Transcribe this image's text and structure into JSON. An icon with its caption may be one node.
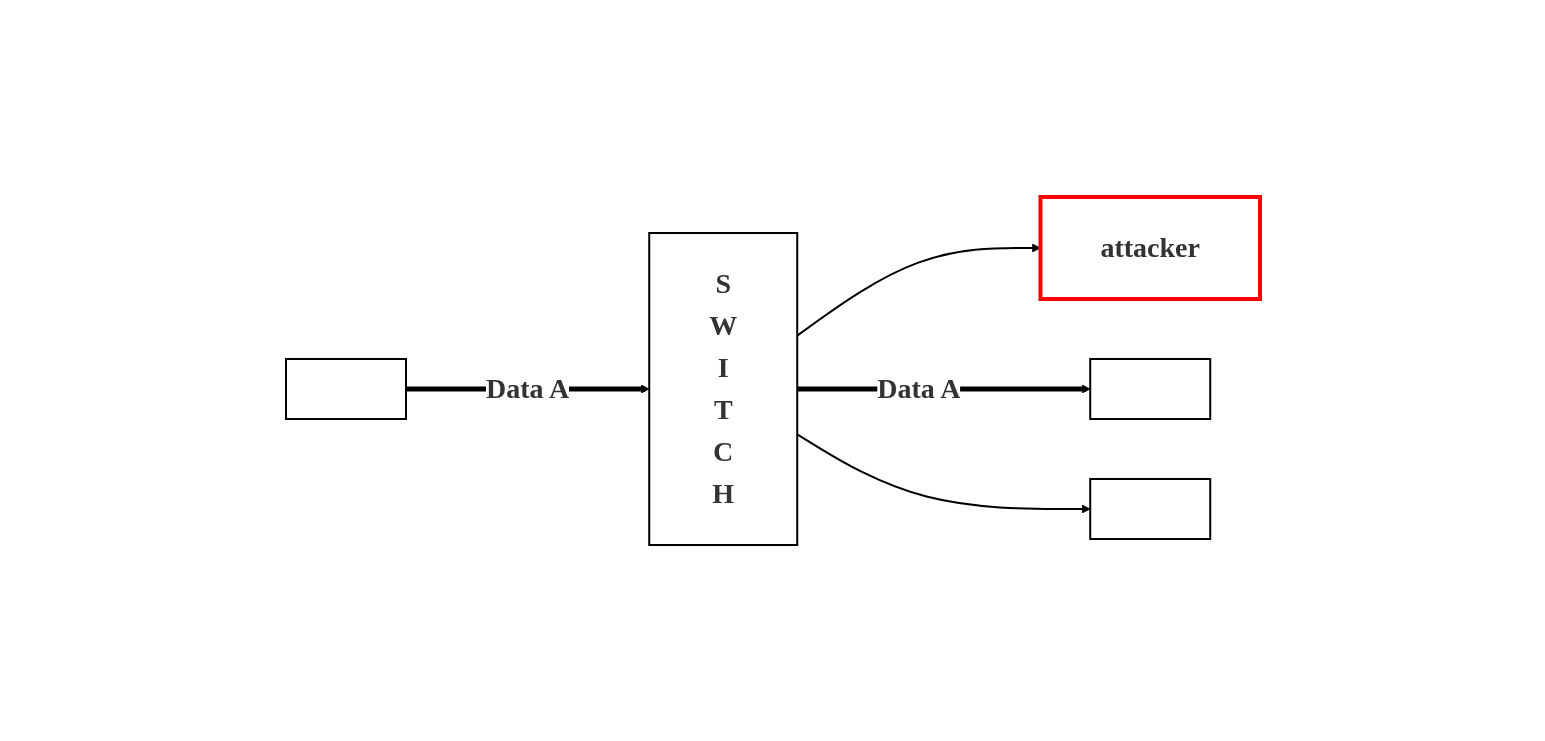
{
  "diagram": {
    "nodes": [
      {
        "text": [],
        "shape": "box"
      },
      {
        "text": [
          "S W I T C H"
        ]
      },
      {
        "text": [
          "attacker"
        ]
      },
      {
        "text": [],
        "shape": "box"
      },
      {
        "text": [],
        "shape": "box"
      }
    ],
    "edges": [
      {
        "from": 0,
        "to": 1,
        "arrow": "to",
        "label": "Data A",
        "style": "thick"
      },
      {
        "from": 1,
        "to": 2,
        "arrow": "to"
      },
      {
        "from": 1,
        "to": 3,
        "arrow": "to",
        "label": "Data A",
        "style": "thick"
      },
      {
        "from": 1,
        "to": 4,
        "arrow": "to"
      }
    ]
  }
}
